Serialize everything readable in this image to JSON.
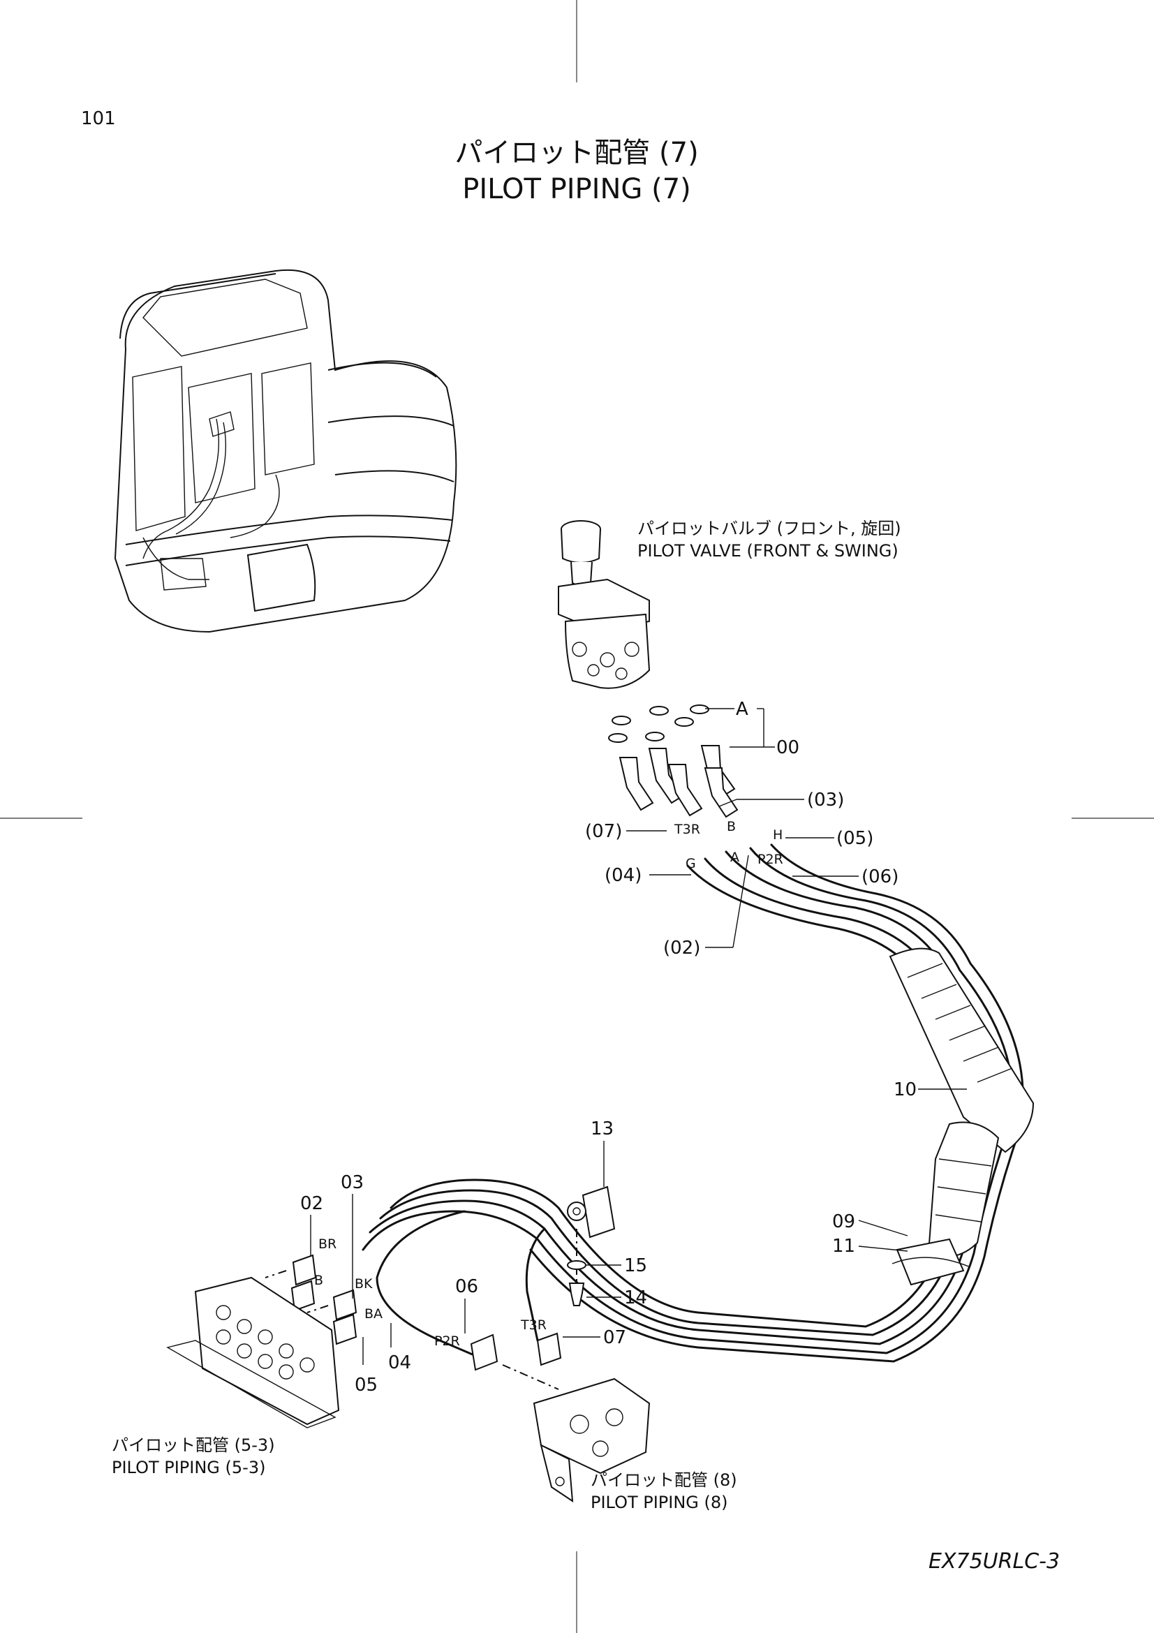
{
  "page": {
    "number": "101",
    "title_ja": "パイロット配管 (7)",
    "title_en": "PILOT  PIPING  (7)",
    "model": "EX75URLC-3"
  },
  "notes": {
    "pilot_valve_ja": "パイロットバルブ (フロント, 旋回)",
    "pilot_valve_en": "PILOT  VALVE  (FRONT & SWING)",
    "piping53_ja": "パイロット配管 (5-3)",
    "piping53_en": "PILOT PIPING (5-3)",
    "piping8_ja": "パイロット配管 (8)",
    "piping8_en": "PILOT PIPING (8)"
  },
  "callouts": {
    "a": "A",
    "p00": "00",
    "p03p": "(03)",
    "p07p": "(07)",
    "p05p": "(05)",
    "p04p": "(04)",
    "p06p": "(06)",
    "p02p": "(02)",
    "p10": "10",
    "p13": "13",
    "p09": "09",
    "p11": "11",
    "p15": "15",
    "p14": "14",
    "p07": "07",
    "p06": "06",
    "p02": "02",
    "p03": "03",
    "p04": "04",
    "p05": "05"
  },
  "ports": {
    "t3r_top": "T3R",
    "b_top": "B",
    "h_top": "H",
    "g_top": "G",
    "a_top": "A",
    "p2r_top": "P2R",
    "br": "BR",
    "b": "B",
    "bk": "BK",
    "ba": "BA",
    "p2r": "P2R",
    "t3r": "T3R"
  }
}
